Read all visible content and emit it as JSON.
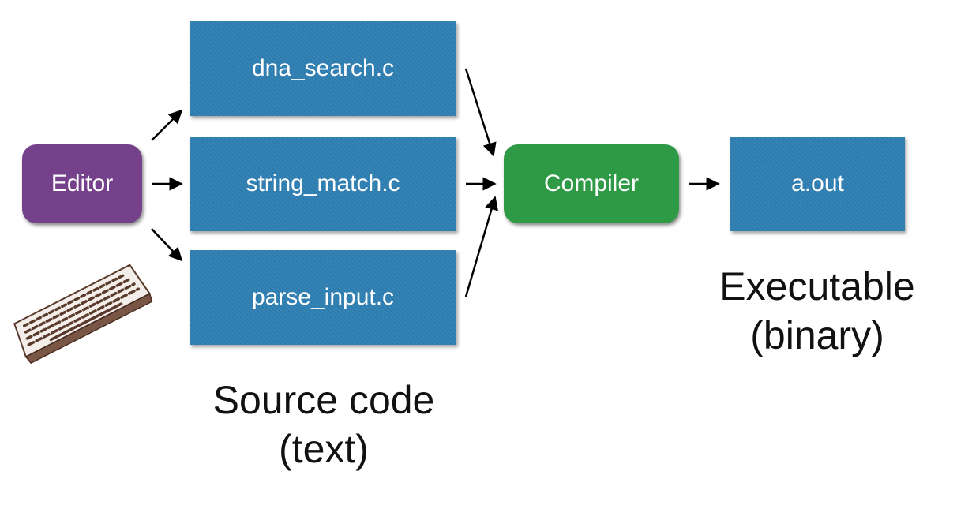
{
  "nodes": {
    "editor": "Editor",
    "file1": "dna_search.c",
    "file2": "string_match.c",
    "file3": "parse_input.c",
    "compiler": "Compiler",
    "output": "a.out"
  },
  "captions": {
    "source_line1": "Source code",
    "source_line2": "(text)",
    "exec_line1": "Executable",
    "exec_line2": "(binary)"
  },
  "icons": {
    "keyboard": "keyboard-icon"
  },
  "colors": {
    "file": "#2f7fb4",
    "editor": "#75418b",
    "compiler": "#2f9a45",
    "arrow": "#000000"
  }
}
